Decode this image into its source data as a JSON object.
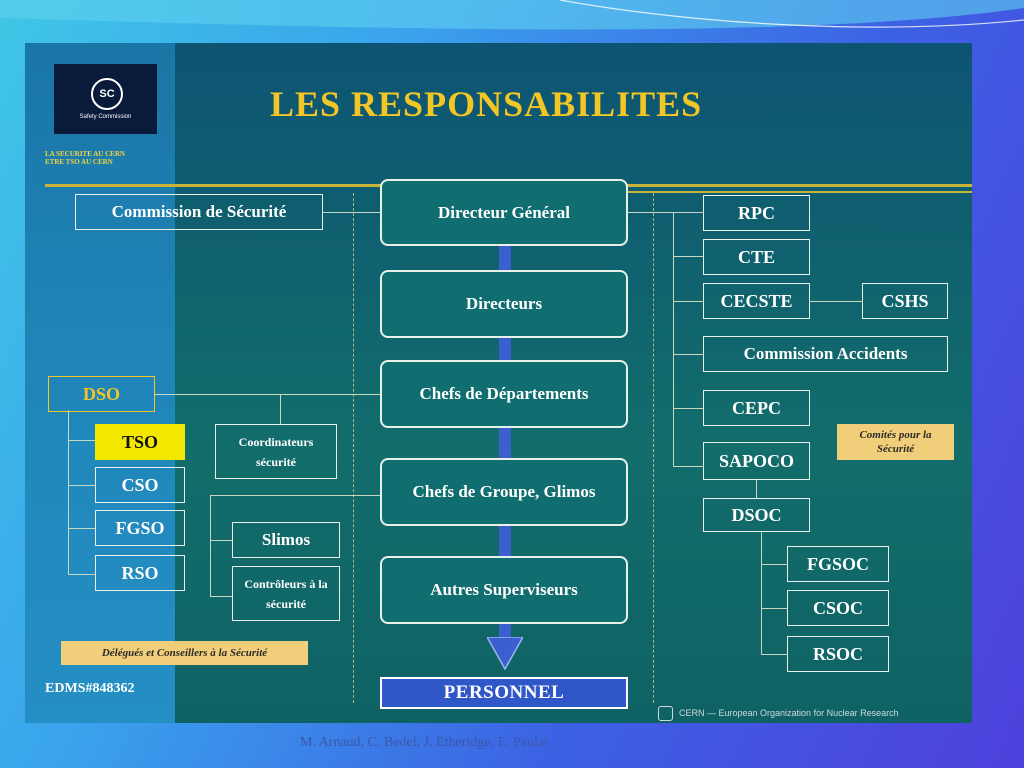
{
  "title": "LES RESPONSABILITES",
  "logo": {
    "symbol": "SC",
    "text": "Safety Commission",
    "caption_line1": "LA SECURITE AU CERN",
    "caption_line2": "ETRE TSO AU CERN"
  },
  "center": {
    "directeur_general": "Directeur Général",
    "directeurs": "Directeurs",
    "chefs_departements": "Chefs de Départements",
    "chefs_groupe": "Chefs de Groupe, Glimos",
    "autres_superviseurs": "Autres Superviseurs",
    "personnel": "PERSONNEL"
  },
  "left": {
    "commission_securite": "Commission de Sécurité",
    "dso": "DSO",
    "tso": "TSO",
    "cso": "CSO",
    "fgso": "FGSO",
    "rso": "RSO",
    "coordinateurs": "Coordinateurs sécurité",
    "slimos": "Slimos",
    "controleurs": "Contrôleurs à la sécurité",
    "note": "Délégués et Conseillers à la Sécurité"
  },
  "right": {
    "rpc": "RPC",
    "cte": "CTE",
    "cecste": "CECSTE",
    "cshs": "CSHS",
    "commission_accidents": "Commission Accidents",
    "cepc": "CEPC",
    "sapoco": "SAPOCO",
    "dsoc": "DSOC",
    "fgsoc": "FGSOC",
    "csoc": "CSOC",
    "rsoc": "RSOC",
    "note": "Comités pour la Sécurité"
  },
  "edms": "EDMS#848362",
  "cern": "CERN — European Organization for Nuclear Research",
  "footer": "M. Arnaud, C. Bedel, J. Etheridge, E. Paulat",
  "colors": {
    "title": "#f2c624",
    "highlight": "#f5e800",
    "note": "#f1cf7a",
    "personnel": "#3057c8"
  }
}
